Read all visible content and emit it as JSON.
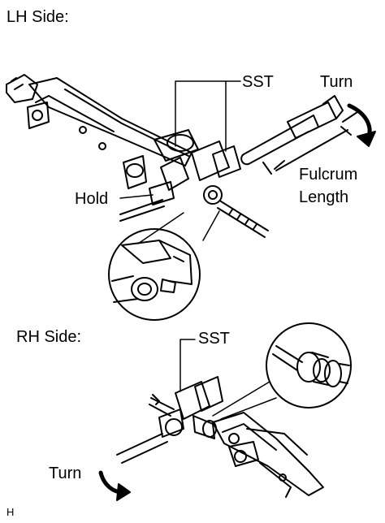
{
  "labels": {
    "lh_side": "LH Side:",
    "rh_side": "RH Side:",
    "sst_top": "SST",
    "sst_bottom": "SST",
    "turn_top": "Turn",
    "turn_bottom": "Turn",
    "fulcrum_line1": "Fulcrum",
    "fulcrum_line2": "Length",
    "hold": "Hold",
    "footer": "H"
  },
  "colors": {
    "line": "#000000",
    "background": "#ffffff"
  }
}
